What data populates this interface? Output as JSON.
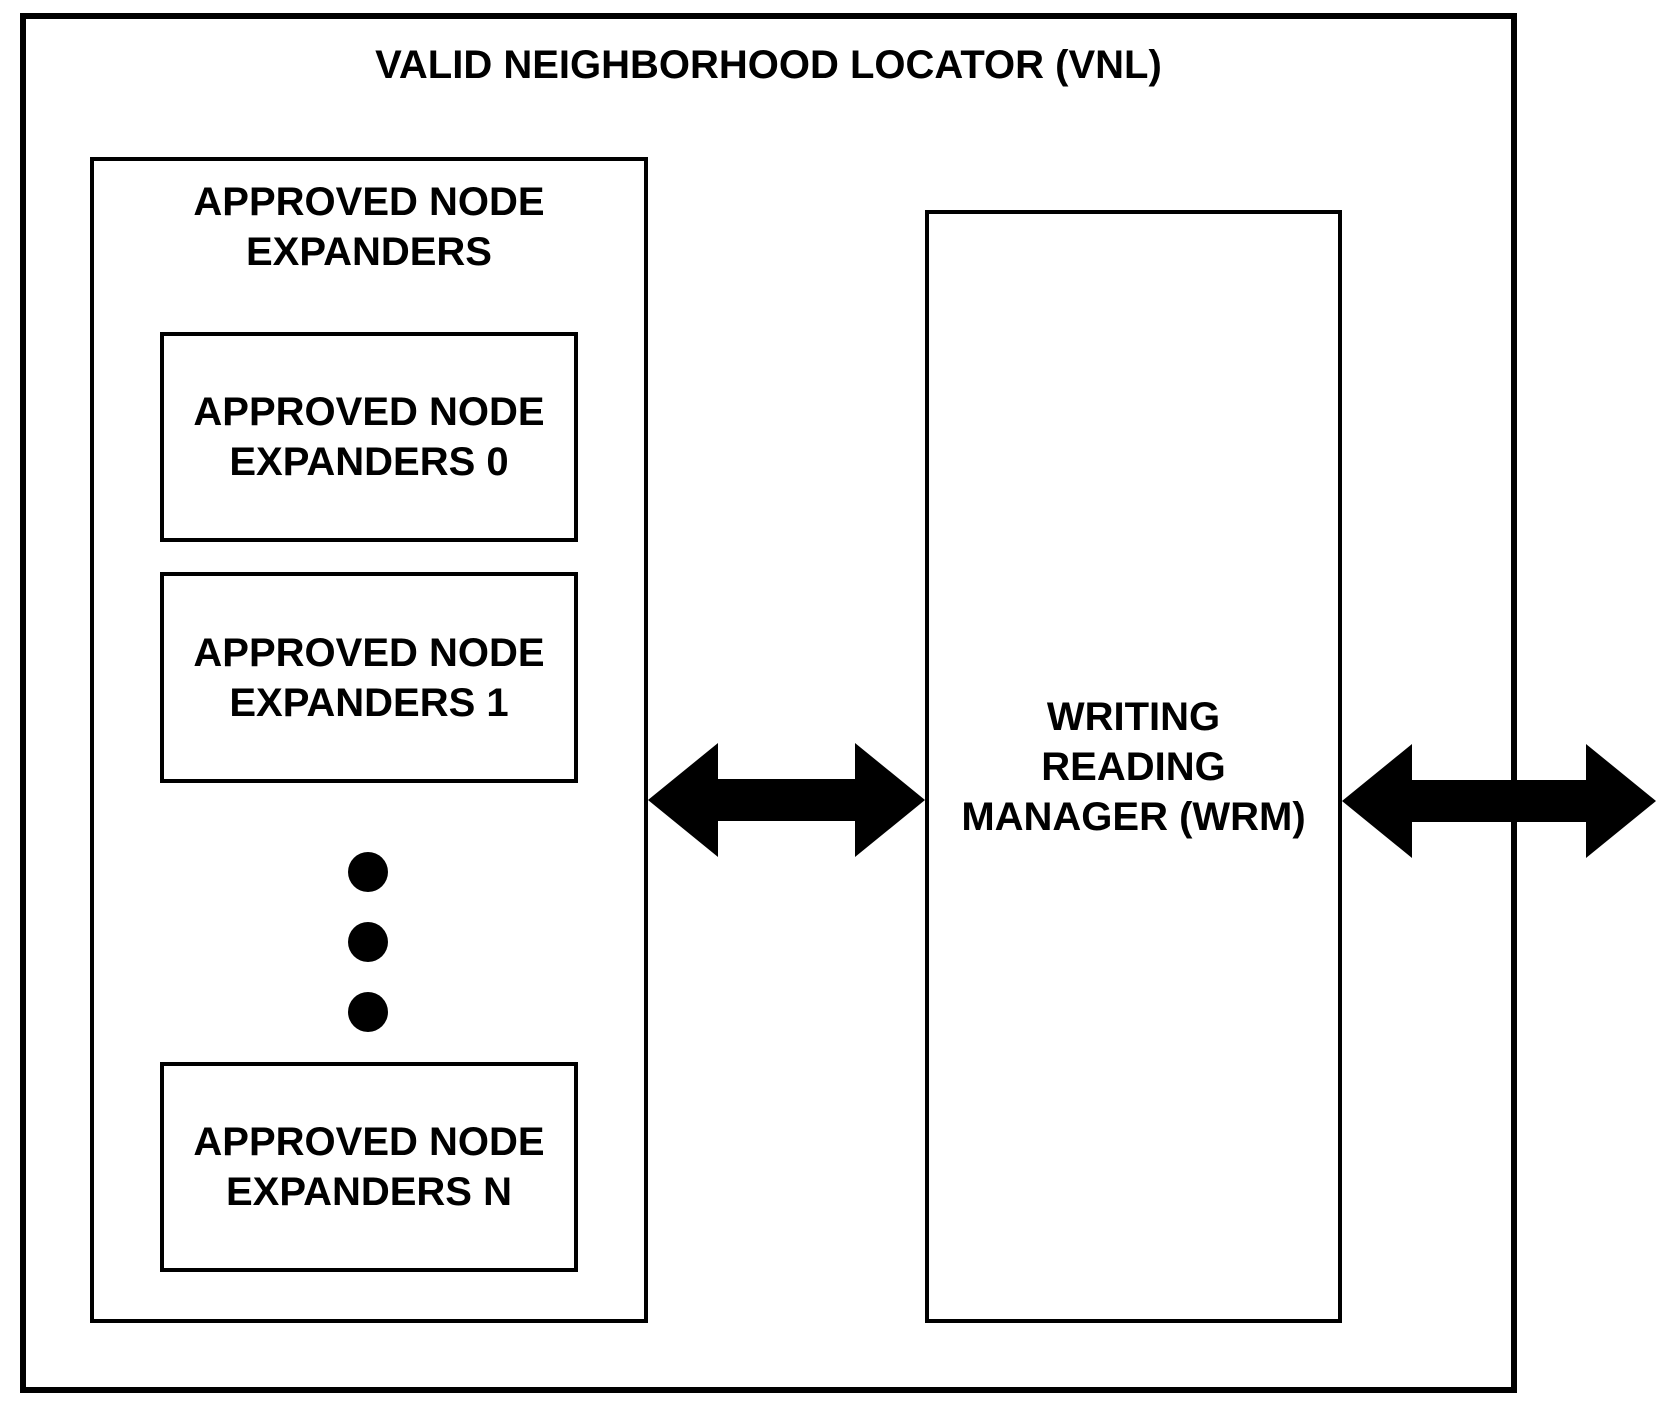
{
  "diagram": {
    "title": "VALID NEIGHBORHOOD LOCATOR (VNL)",
    "approved_node_expanders": {
      "label": {
        "line1": "APPROVED NODE",
        "line2": "EXPANDERS"
      },
      "items": [
        {
          "label": {
            "line1": "APPROVED NODE",
            "line2": "EXPANDERS 0"
          }
        },
        {
          "label": {
            "line1": "APPROVED NODE",
            "line2": "EXPANDERS 1"
          }
        },
        {
          "label": {
            "line1": "APPROVED NODE",
            "line2": "EXPANDERS N"
          }
        }
      ],
      "ellipsis_icon": "vertical-ellipsis"
    },
    "writing_reading_manager": {
      "label": {
        "line1": "WRITING",
        "line2": "READING",
        "line3": "MANAGER (WRM)"
      }
    },
    "connectors": {
      "left_icon": "bidirectional-arrow",
      "right_icon": "bidirectional-arrow"
    },
    "colors": {
      "foreground": "#000000",
      "background": "#ffffff"
    }
  }
}
